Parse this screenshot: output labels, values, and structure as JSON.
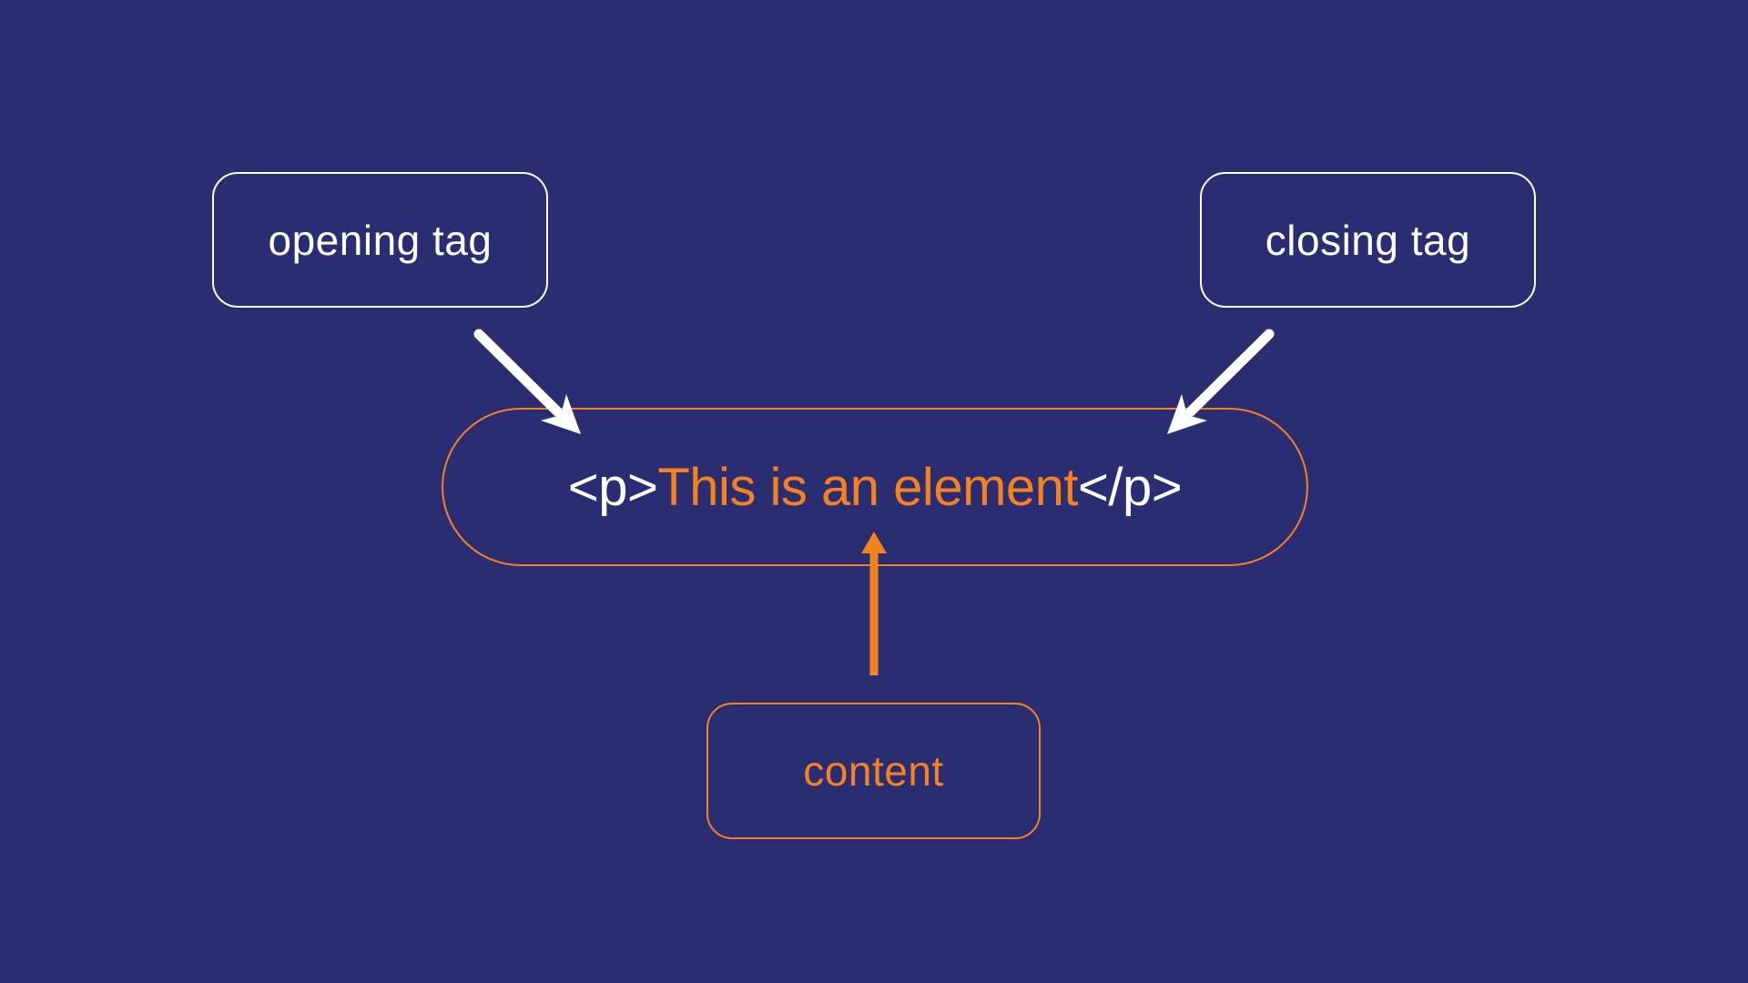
{
  "diagram": {
    "title_hint": "anatomy of an html element",
    "opening_tag_label": "opening tag",
    "closing_tag_label": "closing tag",
    "content_label": "content",
    "element_line": {
      "open_tag": "<p>",
      "content": "This is an element",
      "close_tag": "</p>"
    }
  },
  "colors": {
    "background": "#2B2D72",
    "accent_orange": "#F58220",
    "white": "#FFFFFF"
  }
}
